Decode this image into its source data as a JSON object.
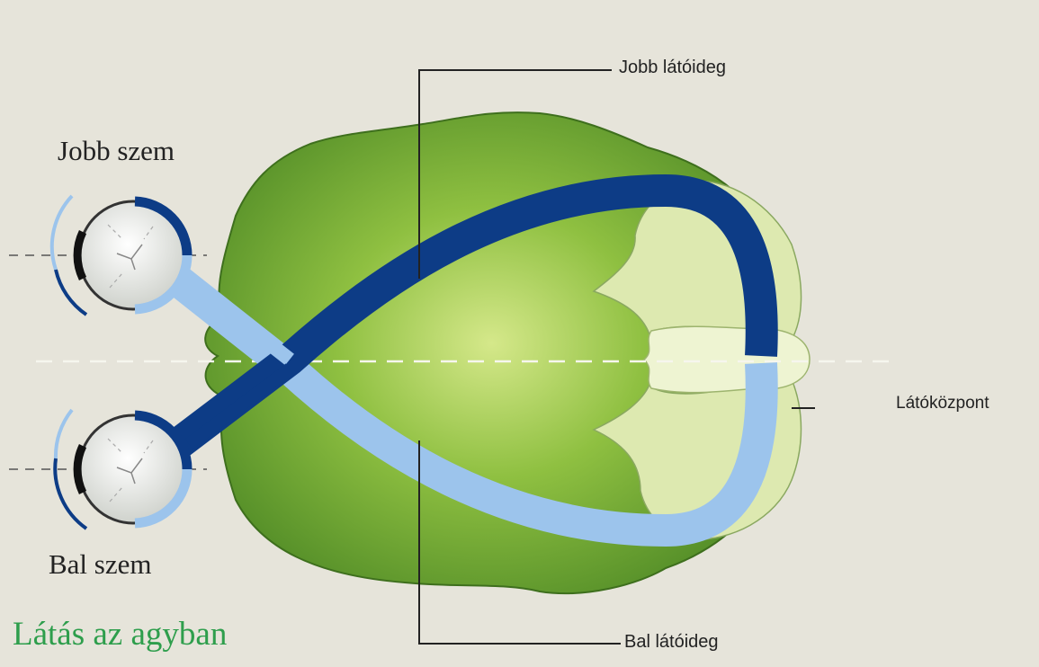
{
  "labels": {
    "right_eye": "Jobb szem",
    "left_eye": "Bal szem",
    "right_optic_nerve": "Jobb látóideg",
    "left_optic_nerve": "Bal látóideg",
    "visual_center": "Látóközpont",
    "title": "Látás az agyban"
  },
  "colors": {
    "background": "#e6e4da",
    "brain_green": "#7fb23b",
    "brain_light": "#dde9b0",
    "right_pathway": "#0d3c86",
    "left_pathway": "#9cc4ec",
    "title_text": "#2e9e4c"
  }
}
